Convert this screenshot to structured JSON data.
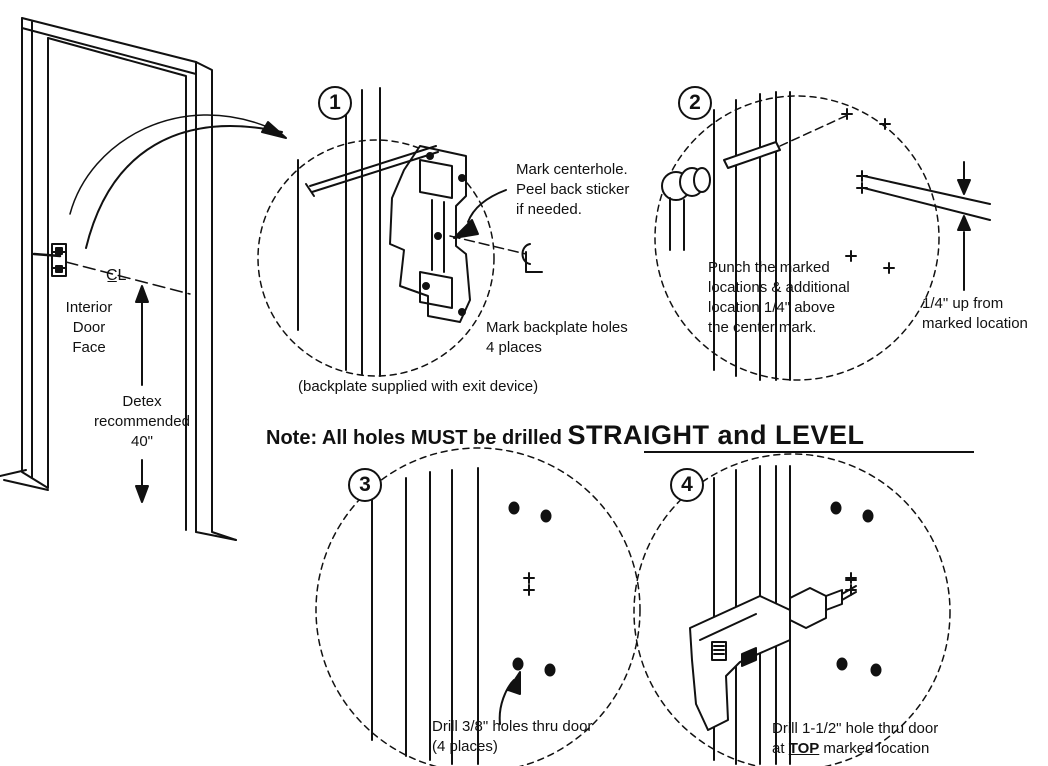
{
  "door": {
    "centerline_symbol": "C̲L",
    "face_label": [
      "Interior",
      "Door",
      "Face"
    ],
    "height_label": [
      "Detex",
      "recommended",
      "40\""
    ]
  },
  "steps": [
    {
      "number": "1",
      "callout_top": [
        "Mark centerhole.",
        "Peel back sticker",
        "if needed."
      ],
      "callout_bottom": [
        "Mark backplate holes",
        "4 places"
      ],
      "footnote": "(backplate supplied with exit device)"
    },
    {
      "number": "2",
      "callout": [
        "Punch the marked",
        "locations & additional",
        "location 1/4\" above",
        "the center mark."
      ],
      "side_note": [
        "1/4\" up from",
        "marked location"
      ]
    },
    {
      "number": "3",
      "callout": [
        "Drill 3/8\" holes thru door",
        "(4 places)"
      ]
    },
    {
      "number": "4",
      "callout_line1": "Drill 1-1/2\" hole thru door",
      "callout_line2_prefix": "at ",
      "callout_line2_emph": "TOP",
      "callout_line2_suffix": " marked location"
    }
  ],
  "note": {
    "prefix": "Note: All holes MUST be drilled ",
    "emphasis": "STRAIGHT and LEVEL"
  }
}
